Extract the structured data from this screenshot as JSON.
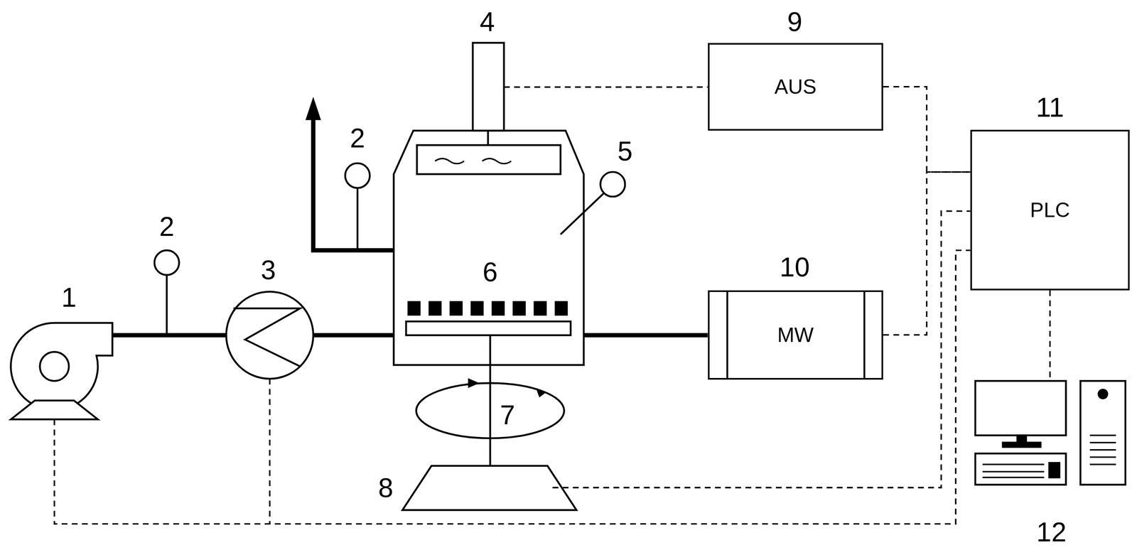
{
  "diagram": {
    "nodes": [
      {
        "text": [
          "AUS"
        ]
      },
      {
        "text": [
          "MW"
        ]
      },
      {
        "text": [
          "PLC"
        ]
      }
    ],
    "edges": [
      {
        "from": 0,
        "to": 2,
        "arrow": "none"
      },
      {
        "from": 1,
        "to": 2,
        "arrow": "none"
      }
    ],
    "labels": [
      "1",
      "2",
      "2",
      "3",
      "4",
      "5",
      "6",
      "7",
      "8",
      "9",
      "10",
      "11",
      "12"
    ]
  }
}
